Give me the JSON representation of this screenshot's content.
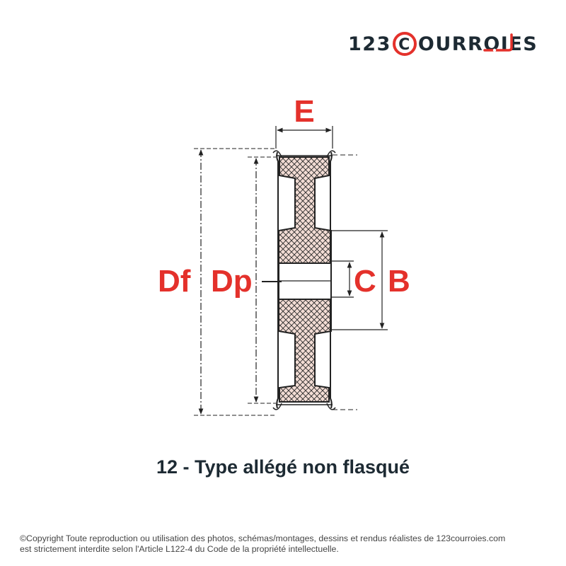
{
  "logo": {
    "prefix": "123",
    "c_letter": "C",
    "middle": "OURR",
    "o_letter": "O",
    "i_letter": "I",
    "suffix": "ES",
    "brand_dark": "#1d2a33",
    "brand_red": "#e4312b"
  },
  "diagram": {
    "labels": {
      "E": "E",
      "Df": "Df",
      "Dp": "Dp",
      "C": "C",
      "B": "B"
    },
    "label_color": "#e4312b",
    "hatch_fill": "#f2dcd4",
    "line_color": "#222222"
  },
  "caption": "12 - Type allégé non flasqué",
  "copyright": {
    "line1": "©Copyright Toute reproduction ou utilisation des photos, schémas/montages, dessins et rendus réalistes de 123courroies.com",
    "line2": "est strictement interdite selon l'Article L122-4 du Code de la propriété intellectuelle."
  }
}
